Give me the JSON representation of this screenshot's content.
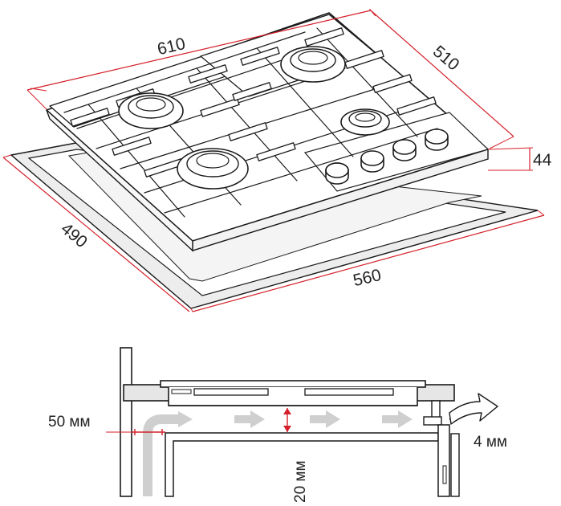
{
  "top_view": {
    "dim_width": "610",
    "dim_depth": "510",
    "dim_height": "44",
    "dim_cutout_width": "560",
    "dim_cutout_depth": "490"
  },
  "installation": {
    "gap_side": "50 мм",
    "gap_below": "20 мм",
    "gap_back": "4 мм"
  },
  "colors": {
    "dimension_line": "#d4202a",
    "outline": "#1a1a1a",
    "airflow_arrow": "#c9c9c9",
    "countertop": "#e6e6e6"
  },
  "icons": [
    "burner-icon",
    "knob-icon",
    "airflow-arrow-icon"
  ]
}
